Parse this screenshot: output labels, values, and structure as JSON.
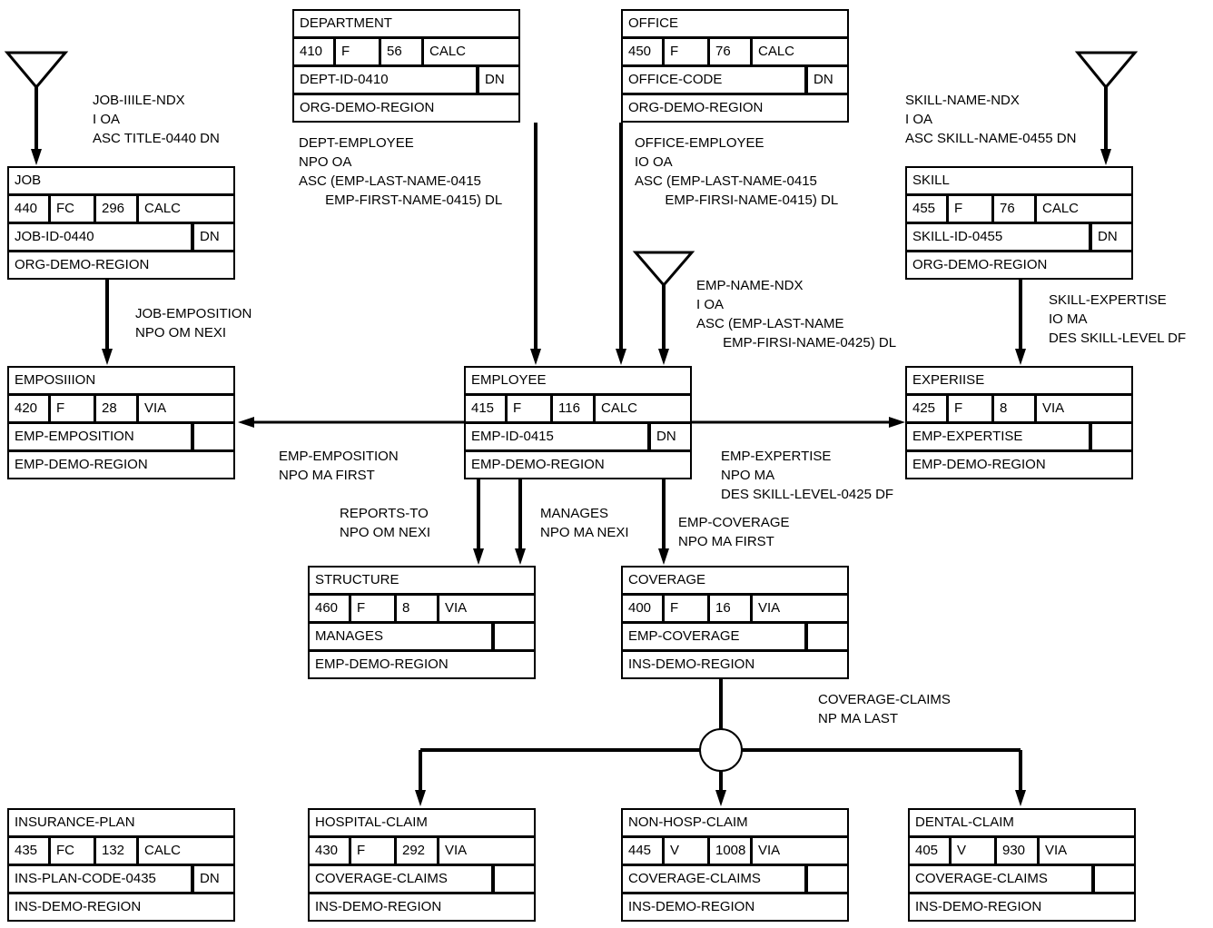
{
  "records": {
    "department": {
      "name": "DEPARTMENT",
      "id": "410",
      "type": "F",
      "length": "56",
      "location": "CALC",
      "calc_key": "DEPT-ID-0410",
      "dup": "DN",
      "area": "ORG-DEMO-REGION"
    },
    "office": {
      "name": "OFFICE",
      "id": "450",
      "type": "F",
      "length": "76",
      "location": "CALC",
      "calc_key": "OFFICE-CODE",
      "dup": "DN",
      "area": "ORG-DEMO-REGION"
    },
    "job": {
      "name": "JOB",
      "id": "440",
      "type": "FC",
      "length": "296",
      "location": "CALC",
      "calc_key": "JOB-ID-0440",
      "dup": "DN",
      "area": "ORG-DEMO-REGION"
    },
    "skill": {
      "name": "SKILL",
      "id": "455",
      "type": "F",
      "length": "76",
      "location": "CALC",
      "calc_key": "SKILL-ID-0455",
      "dup": "DN",
      "area": "ORG-DEMO-REGION"
    },
    "emposition": {
      "name": "EMPOSIIION",
      "id": "420",
      "type": "F",
      "length": "28",
      "location": "VIA",
      "calc_key": "EMP-EMPOSITION",
      "dup": "",
      "area": "EMP-DEMO-REGION"
    },
    "employee": {
      "name": "EMPLOYEE",
      "id": "415",
      "type": "F",
      "length": "116",
      "location": "CALC",
      "calc_key": "EMP-ID-0415",
      "dup": "DN",
      "area": "EMP-DEMO-REGION"
    },
    "expertise": {
      "name": "EXPERIISE",
      "id": "425",
      "type": "F",
      "length": "8",
      "location": "VIA",
      "calc_key": "EMP-EXPERTISE",
      "dup": "",
      "area": "EMP-DEMO-REGION"
    },
    "structure": {
      "name": "STRUCTURE",
      "id": "460",
      "type": "F",
      "length": "8",
      "location": "VIA",
      "calc_key": "MANAGES",
      "dup": "",
      "area": "EMP-DEMO-REGION"
    },
    "coverage": {
      "name": "COVERAGE",
      "id": "400",
      "type": "F",
      "length": "16",
      "location": "VIA",
      "calc_key": "EMP-COVERAGE",
      "dup": "",
      "area": "INS-DEMO-REGION"
    },
    "insurance_plan": {
      "name": "INSURANCE-PLAN",
      "id": "435",
      "type": "FC",
      "length": "132",
      "location": "CALC",
      "calc_key": "INS-PLAN-CODE-0435",
      "dup": "DN",
      "area": "INS-DEMO-REGION"
    },
    "hospital_claim": {
      "name": "HOSPITAL-CLAIM",
      "id": "430",
      "type": "F",
      "length": "292",
      "location": "VIA",
      "calc_key": "COVERAGE-CLAIMS",
      "dup": "",
      "area": "INS-DEMO-REGION"
    },
    "non_hosp_claim": {
      "name": "NON-HOSP-CLAIM",
      "id": "445",
      "type": "V",
      "length": "1008",
      "location": "VIA",
      "calc_key": "COVERAGE-CLAIMS",
      "dup": "",
      "area": "INS-DEMO-REGION"
    },
    "dental_claim": {
      "name": "DENTAL-CLAIM",
      "id": "405",
      "type": "V",
      "length": "930",
      "location": "VIA",
      "calc_key": "COVERAGE-CLAIMS",
      "dup": "",
      "area": "INS-DEMO-REGION"
    }
  },
  "labels": {
    "job_title_ndx": "JOB-IIILE-NDX\nI OA\nASC TITLE-0440 DN",
    "dept_employee": "DEPT-EMPLOYEE\nNPO OA\nASC (EMP-LAST-NAME-0415\n       EMP-FIRST-NAME-0415) DL",
    "office_employee": "OFFICE-EMPLOYEE\nIO OA\nASC (EMP-LAST-NAME-0415\n        EMP-FIRSI-NAME-0415) DL",
    "skill_name_ndx": "SKILL-NAME-NDX\nI OA\nASC SKILL-NAME-0455 DN",
    "emp_name_ndx": "EMP-NAME-NDX\nI OA\nASC (EMP-LAST-NAME\n       EMP-FIRSI-NAME-0425) DL",
    "job_emposition": "JOB-EMPOSITION\nNPO OM NEXI",
    "skill_expertise": "SKILL-EXPERTISE\nIO MA\nDES SKILL-LEVEL DF",
    "emp_emposition": "EMP-EMPOSITION\nNPO MA FIRST",
    "emp_expertise": "EMP-EXPERTISE\nNPO MA\nDES SKILL-LEVEL-0425 DF",
    "reports_to": "REPORTS-TO\nNPO OM NEXI",
    "manages": "MANAGES\nNPO MA NEXI",
    "emp_coverage": "EMP-COVERAGE\nNPO MA FIRST",
    "coverage_claims": "COVERAGE-CLAIMS\nNP MA LAST"
  }
}
